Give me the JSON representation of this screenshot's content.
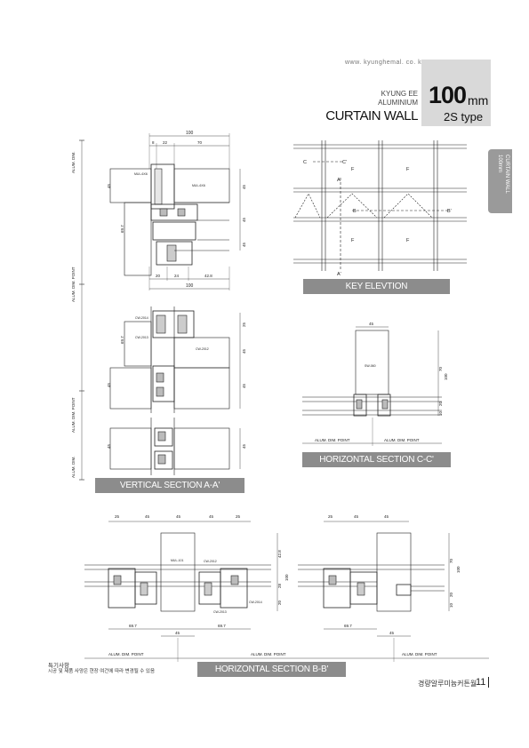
{
  "header": {
    "website": "www. kyunghemal. co. kr",
    "brand_line1": "KYUNG EE",
    "brand_line2": "ALUMINIUM",
    "title": "CURTAIN WALL",
    "size": "100",
    "unit": "mm",
    "type": "2S type"
  },
  "side_tab": {
    "line1": "CURTAIN WALL",
    "line2": "100mm"
  },
  "sections": {
    "key_elevation": "KEY ELEVTION",
    "horizontal_c": "HORIZONTAL SECTION C-C'",
    "vertical_a": "VERTICAL SECTION A-A'",
    "horizontal_b": "HORIZONTAL SECTION B-B'"
  },
  "key_elevation_labels": {
    "c": "C",
    "c_prime": "C'",
    "a": "A",
    "a_prime": "A'",
    "b": "B",
    "b_prime": "B'",
    "fixed": "F"
  },
  "vertical_section": {
    "dims_top": [
      "100",
      "8",
      "22",
      "70"
    ],
    "dims_bottom": [
      "20",
      "24",
      "42.8",
      "100"
    ],
    "right_dims_1": [
      "45",
      "45",
      "45"
    ],
    "right_dims_2": [
      "25",
      "45",
      "45"
    ],
    "right_dims_3": [
      "45"
    ],
    "left_dims": [
      "45",
      "69.7",
      "69.7",
      "45",
      "45"
    ],
    "parts": [
      "MUL-6X6",
      "MUL-6X6",
      "CW-2014",
      "CW-2013",
      "CW-2012"
    ],
    "side_labels": [
      "ALUM. DIM.",
      "ALUM. DIM. POINT",
      "ALUM. DIM. POINT",
      "ALUM. DIM."
    ]
  },
  "horizontal_c": {
    "top_dim": "45",
    "part": "SW-060",
    "right_dims": [
      "70",
      "100",
      "20",
      "10"
    ],
    "points": [
      "ALUM. DIM. POINT",
      "ALUM. DIM. POINT"
    ]
  },
  "horizontal_b": {
    "top_dims": [
      "25",
      "45",
      "45",
      "45",
      "25"
    ],
    "parts": [
      "MUL-101",
      "CW-2012",
      "CW-2013",
      "CW-2014"
    ],
    "right_dims": [
      "42.8",
      "100",
      "28",
      "20"
    ],
    "bottom_dims": [
      "69.7",
      "45",
      "69.7"
    ],
    "points": [
      "ALUM. DIM. POINT",
      "ALUM. DIM. POINT"
    ]
  },
  "horizontal_b_right": {
    "top_dims": [
      "25",
      "45",
      "45"
    ],
    "right_dims": [
      "70",
      "100",
      "20",
      "10"
    ],
    "bottom_dims": [
      "69.7",
      "45"
    ],
    "points": [
      "ALUM. DIM. POINT"
    ]
  },
  "patent": {
    "line1": "특기사항",
    "line2": "시공 및 제품 사양은 현장 여건에 따라 변경될 수 있음"
  },
  "footer": {
    "text": "경량알루미늄커튼월",
    "page": "11"
  }
}
